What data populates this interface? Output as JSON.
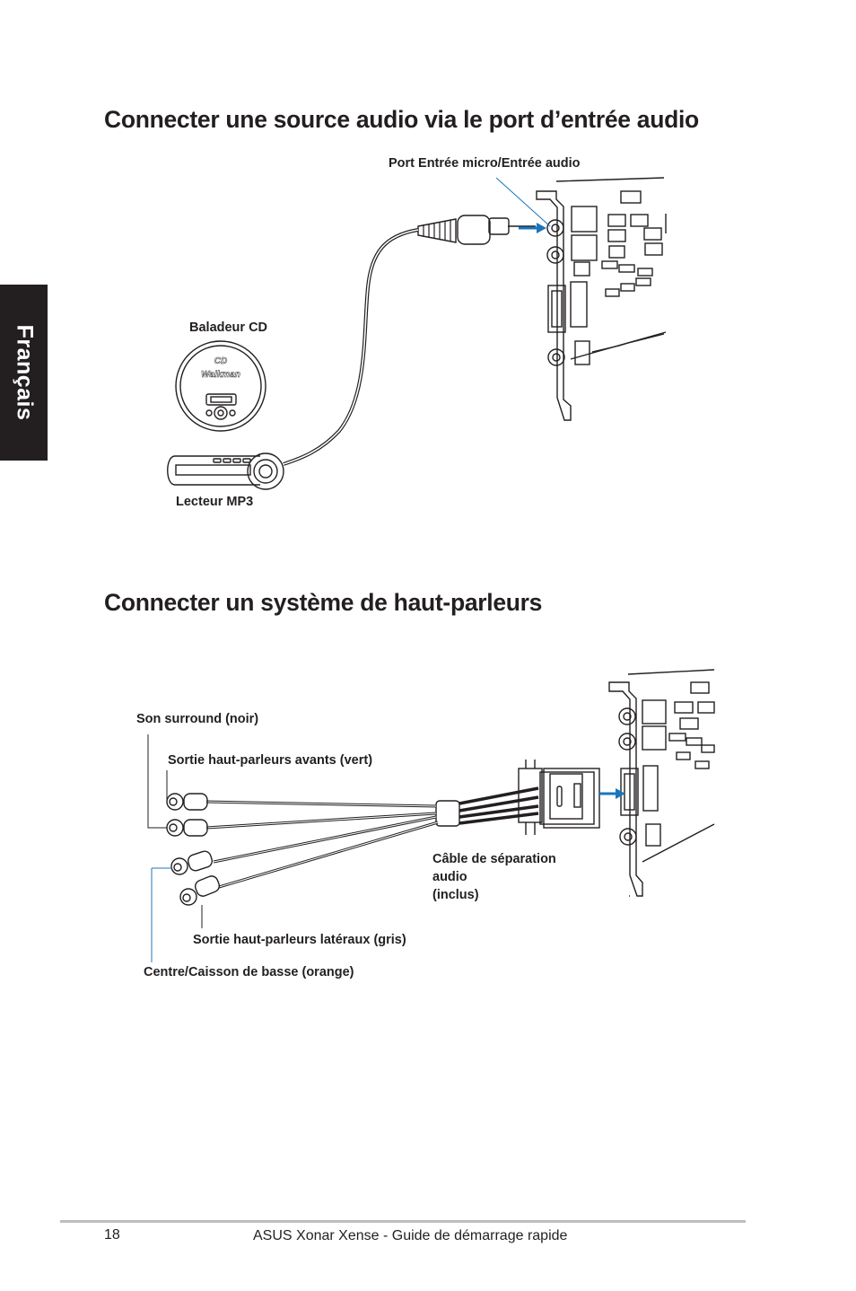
{
  "side_tab": {
    "label": "Français"
  },
  "section1": {
    "title": "Connecter une source audio via le port d’entrée audio",
    "labels": {
      "port": "Port Entrée micro/Entrée audio",
      "cd_player": "Baladeur CD",
      "cd_logo_line1": "CD",
      "cd_logo_line2": "Walkman",
      "mp3_player": "Lecteur MP3"
    }
  },
  "section2": {
    "title": "Connecter un système de haut-parleurs",
    "labels": {
      "surround": "Son surround (noir)",
      "front": "Sortie haut-parleurs avants (vert)",
      "cable": "Câble de séparation\naudio\n(inclus)",
      "side": "Sortie haut-parleurs latéraux (gris)",
      "center_sub": "Centre/Caisson de basse (orange)"
    }
  },
  "footer": {
    "page_number": "18",
    "title": "ASUS Xonar Xense - Guide de démarrage rapide"
  },
  "colors": {
    "arrow_blue": "#1b75bc",
    "ink": "#231f20",
    "rule_gray": "#bcbec0"
  }
}
